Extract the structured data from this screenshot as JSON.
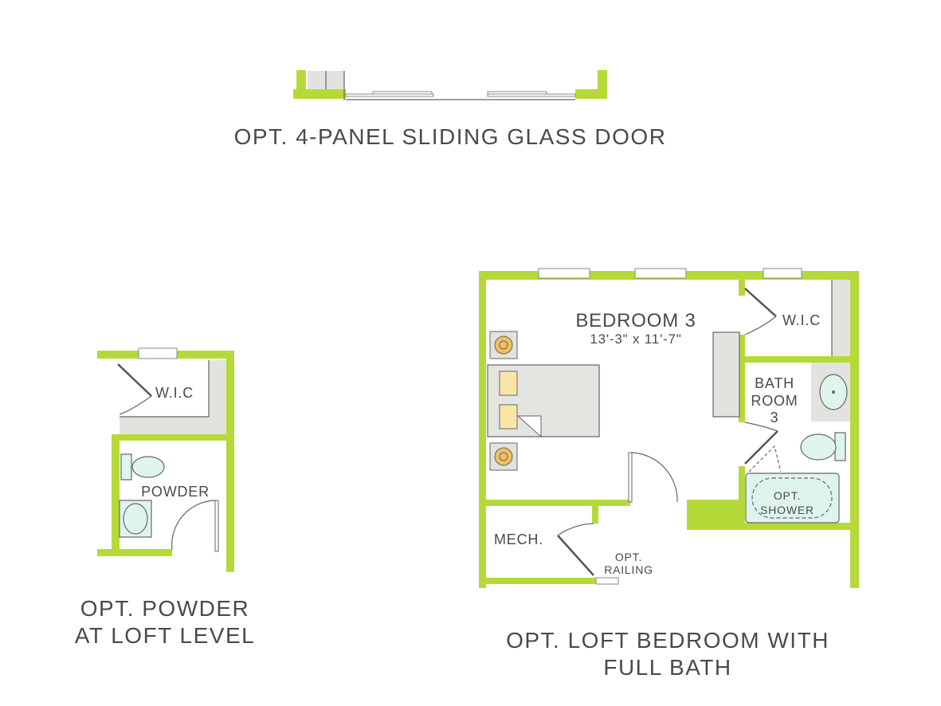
{
  "colors": {
    "wall": "#b6d93a",
    "closet": "#e2e3df",
    "fixture": "#e0f4ee",
    "bed": "#e4e5e1",
    "pillow": "#f8e6a6",
    "lamp": "#f0c060",
    "text": "#4a4a4a"
  },
  "captions": {
    "sliding_door": "OPT. 4-PANEL SLIDING GLASS DOOR",
    "powder_line1": "OPT. POWDER",
    "powder_line2": "AT LOFT LEVEL",
    "loft_line1": "OPT. LOFT BEDROOM WITH",
    "loft_line2": "FULL BATH"
  },
  "powder_plan": {
    "wic_label": "W.I.C",
    "powder_label": "POWDER"
  },
  "loft_plan": {
    "bedroom_label": "BEDROOM 3",
    "bedroom_size": "13'-3\" x 11'-7\"",
    "wic_label": "W.I.C",
    "bath_line1": "BATH",
    "bath_line2": "ROOM",
    "bath_line3": "3",
    "shower_line1": "OPT.",
    "shower_line2": "SHOWER",
    "mech_label": "MECH.",
    "railing_line1": "OPT.",
    "railing_line2": "RAILING"
  }
}
